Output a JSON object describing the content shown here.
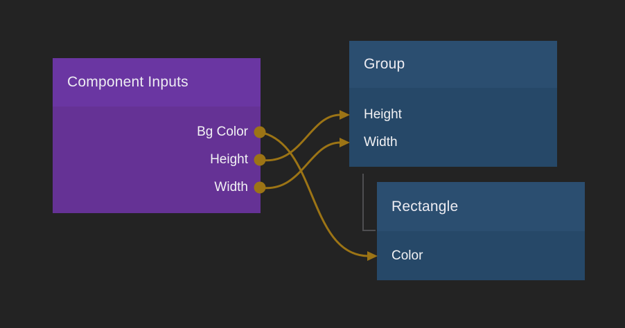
{
  "canvas": {
    "kind": "node-graph-editor"
  },
  "colors": {
    "background": "#232323",
    "purple_header": "#6a36a2",
    "purple_body": "#653295",
    "blue_header": "#2b4e70",
    "blue_body": "#264868",
    "wire": "#9c7415",
    "hierarchy_line": "#4f4f51",
    "text": "#f2f2f4"
  },
  "nodes": {
    "component_inputs": {
      "title": "Component Inputs",
      "ports": [
        {
          "label": "Bg Color",
          "direction": "output"
        },
        {
          "label": "Height",
          "direction": "output"
        },
        {
          "label": "Width",
          "direction": "output"
        }
      ]
    },
    "group": {
      "title": "Group",
      "ports": [
        {
          "label": "Height",
          "direction": "input"
        },
        {
          "label": "Width",
          "direction": "input"
        }
      ]
    },
    "rectangle": {
      "title": "Rectangle",
      "ports": [
        {
          "label": "Color",
          "direction": "input"
        }
      ]
    }
  },
  "edges": [
    {
      "from": "Component Inputs.Bg Color",
      "to": "Rectangle.Color"
    },
    {
      "from": "Component Inputs.Height",
      "to": "Group.Height"
    },
    {
      "from": "Component Inputs.Width",
      "to": "Group.Width"
    }
  ],
  "hierarchy": [
    {
      "parent": "Group",
      "child": "Rectangle"
    }
  ]
}
